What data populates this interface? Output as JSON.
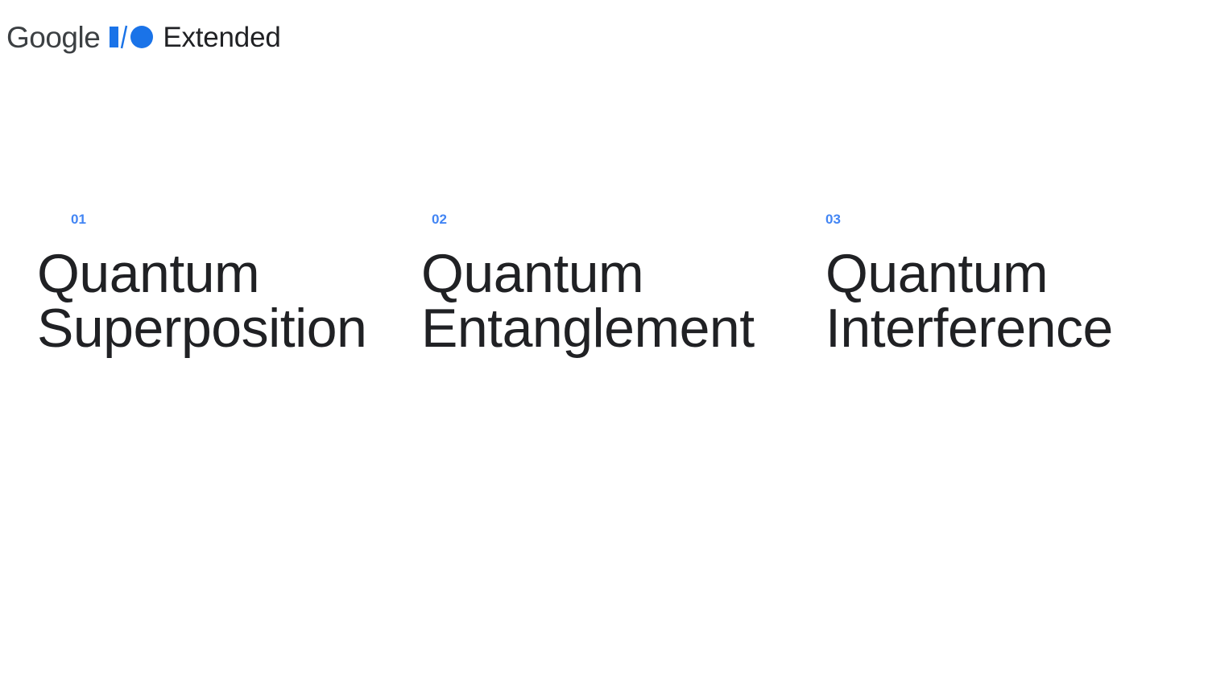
{
  "header": {
    "brand": "Google",
    "product": "Extended",
    "io_icon_color": "#1a73e8"
  },
  "topics": [
    {
      "number": "01",
      "line1": "Quantum",
      "line2": "Superposition"
    },
    {
      "number": "02",
      "line1": "Quantum",
      "line2": "Entanglement"
    },
    {
      "number": "03",
      "line1": "Quantum",
      "line2": "Interference"
    }
  ],
  "colors": {
    "accent": "#4285f4",
    "text": "#202124",
    "background": "#ffffff"
  }
}
